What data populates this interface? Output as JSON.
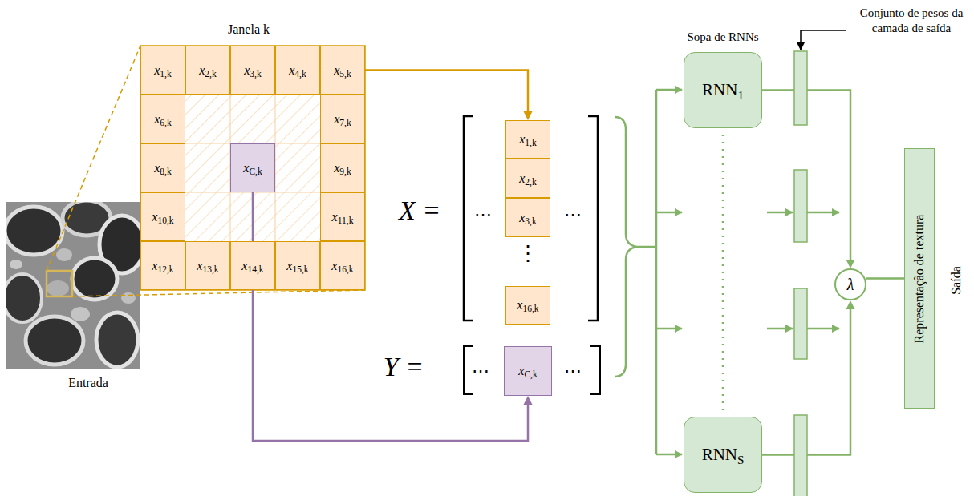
{
  "diagram": {
    "nodes": [
      {
        "text": [
          "x1,k"
        ]
      },
      {
        "text": [
          "x2,k"
        ]
      },
      {
        "text": [
          "x3,k"
        ]
      },
      {
        "text": [
          "x4,k"
        ]
      },
      {
        "text": [
          "x5,k"
        ]
      },
      {
        "text": [
          "x6,k"
        ]
      },
      {
        "text": [
          "x7,k"
        ]
      },
      {
        "text": [
          "x8,k"
        ]
      },
      {
        "text": [
          "xC,k"
        ]
      },
      {
        "text": [
          "x9,k"
        ]
      },
      {
        "text": [
          "x10,k"
        ]
      },
      {
        "text": [
          "x11,k"
        ]
      },
      {
        "text": [
          "x12,k"
        ]
      },
      {
        "text": [
          "x13,k"
        ]
      },
      {
        "text": [
          "x14,k"
        ]
      },
      {
        "text": [
          "x15,k"
        ]
      },
      {
        "text": [
          "x16,k"
        ]
      },
      {
        "text": [
          "x1,k"
        ]
      },
      {
        "text": [
          "x2,k"
        ]
      },
      {
        "text": [
          "x3,k"
        ]
      },
      {
        "text": [
          "x16,k"
        ]
      },
      {
        "text": [
          "xC,k"
        ]
      },
      {
        "text": [
          "RNN1"
        ]
      },
      {
        "text": [
          "RNNS"
        ]
      },
      {
        "text": [
          "λ"
        ]
      },
      {
        "text": [
          "Representação de textura"
        ]
      }
    ],
    "edges": [
      {
        "from": 4,
        "to": 17,
        "arrow": "to"
      },
      {
        "from": 8,
        "to": 21,
        "arrow": "to"
      },
      {
        "from": 22,
        "to": 24,
        "arrow": "to"
      },
      {
        "from": 23,
        "to": 24,
        "arrow": "to"
      },
      {
        "from": 24,
        "to": 25,
        "arrow": "none"
      }
    ],
    "labels": [
      "Janela k",
      "Entrada",
      "X =",
      "⋯",
      "⋯",
      "⋮",
      "Y =",
      "⋯",
      "⋯",
      "Sopa de RNNs",
      "Conjunto de pesos da camada de saída",
      "Saída"
    ]
  }
}
